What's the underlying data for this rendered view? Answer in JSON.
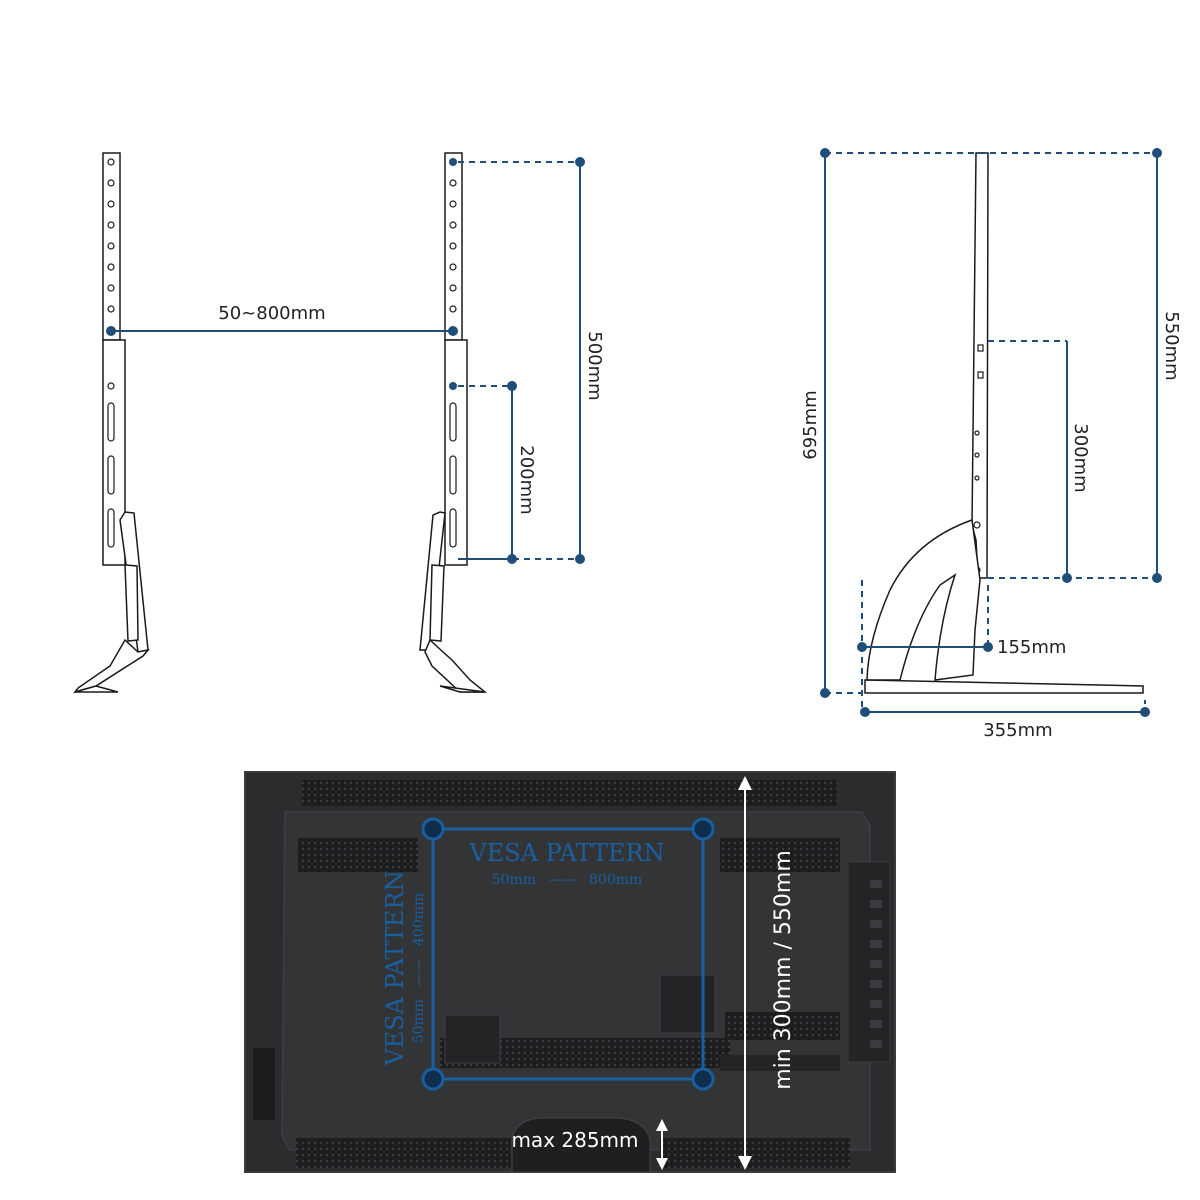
{
  "dimensions": {
    "front_width": "50~800mm",
    "front_height_total": "500mm",
    "front_height_lower": "200mm",
    "side_total": "695mm",
    "side_column": "550mm",
    "side_mid": "300mm",
    "side_neck": "155mm",
    "side_base": "355mm"
  },
  "vesa": {
    "horizontal_label": "VESA PATTERN",
    "horizontal_range_min": "50mm",
    "horizontal_range_max": "800mm",
    "vertical_label": "VESA PATTERN",
    "vertical_range_min": "50mm",
    "vertical_range_max": "400mm",
    "range_dash": "——",
    "clearance": "max 285mm",
    "height_range": "min 300mm / 550mm"
  },
  "colors": {
    "dimension_line": "#1f4e79",
    "vesa_blue": "#1a5fa0",
    "tv_body": "#2b2c2e",
    "tv_panel": "#333436",
    "outline": "#1a1a1a"
  }
}
